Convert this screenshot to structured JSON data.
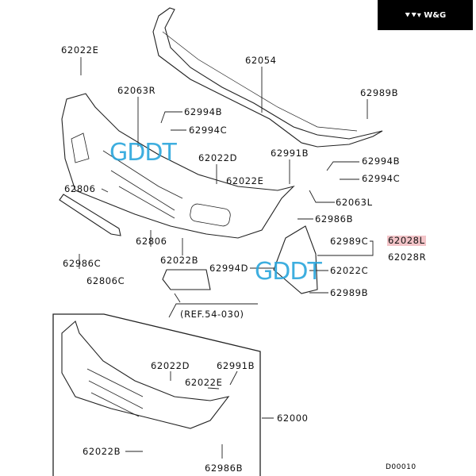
{
  "brand": {
    "logo_text": "W&G"
  },
  "watermarks": [
    "GDDT",
    "GDDT"
  ],
  "labels": {
    "l1": "62022E",
    "l2": "62054",
    "l3": "62063R",
    "l4": "62989B",
    "l5": "62994B",
    "l6": "62994C",
    "l7": "62022D",
    "l8": "62991B",
    "l9": "62994B",
    "l10": "62994C",
    "l11": "62022E",
    "l12": "62806",
    "l13": "62063L",
    "l14": "62986B",
    "l15": "62806",
    "l16": "62989C",
    "l17": "62028L",
    "l18": "62028R",
    "l19": "62022B",
    "l20": "62986C",
    "l21": "62994D",
    "l22": "62022C",
    "l23": "62806C",
    "l24": "62989B",
    "l25": "(REF.54-030)",
    "l26": "62022D",
    "l27": "62991B",
    "l28": "62022E",
    "l29": "62000",
    "l30": "62022B",
    "l31": "62986B"
  },
  "diagram_code": "D00010",
  "colors": {
    "highlight": "#f3c4c8",
    "watermark": "#2aa6dc"
  }
}
